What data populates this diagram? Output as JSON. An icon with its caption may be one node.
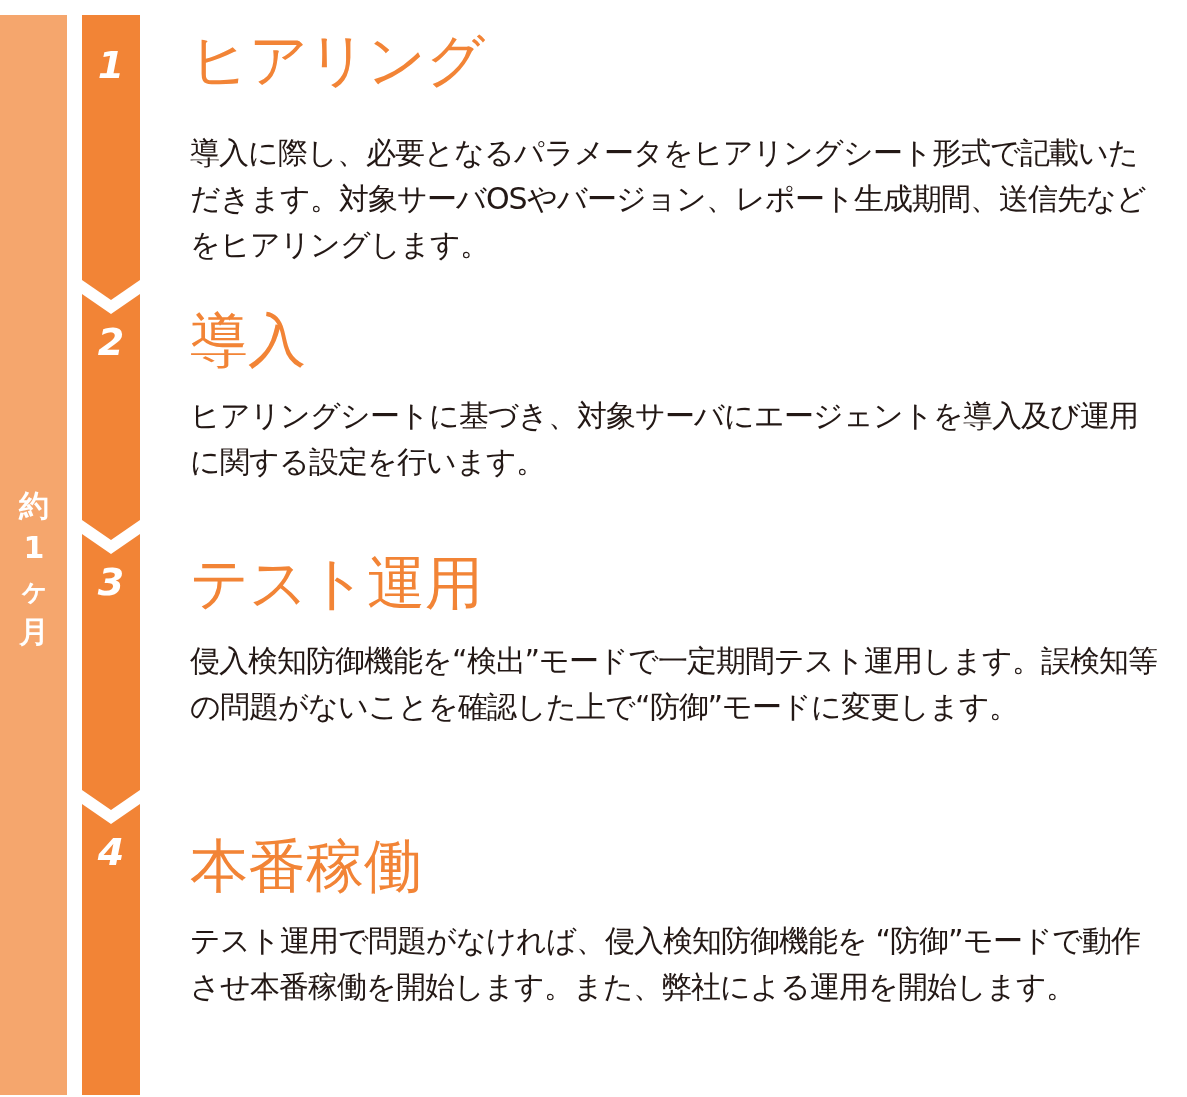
{
  "diagram": {
    "nodes": [
      {
        "text": [
          "約1ヶ月"
        ]
      },
      {
        "text": [
          "1"
        ],
        "beside": [
          "ヒアリング",
          "導入に際し、必要となるパラメータをヒアリングシート形式で記載いただきます。対象サーバOSやバージョン、レポート生成期間、送信先などをヒアリングします。"
        ]
      },
      {
        "text": [
          "2"
        ],
        "beside": [
          "導入",
          "ヒアリングシートに基づき、対象サーバにエージェントを導入及び運用に関する設定を行います。"
        ]
      },
      {
        "text": [
          "3"
        ],
        "beside": [
          "テスト運用",
          "侵入検知防御機能を“検出”モードで一定期間テスト運用します。誤検知等の問題がないことを確認した上で“防御”モードに変更します。"
        ]
      },
      {
        "text": [
          "4"
        ],
        "beside": [
          "本番稼働",
          "テスト運用で問題がなければ、侵入検知防御機能を “防御”モードで動作させ本番稼働を開始します。また、弊社による運用を開始します。"
        ]
      }
    ],
    "edges": []
  }
}
